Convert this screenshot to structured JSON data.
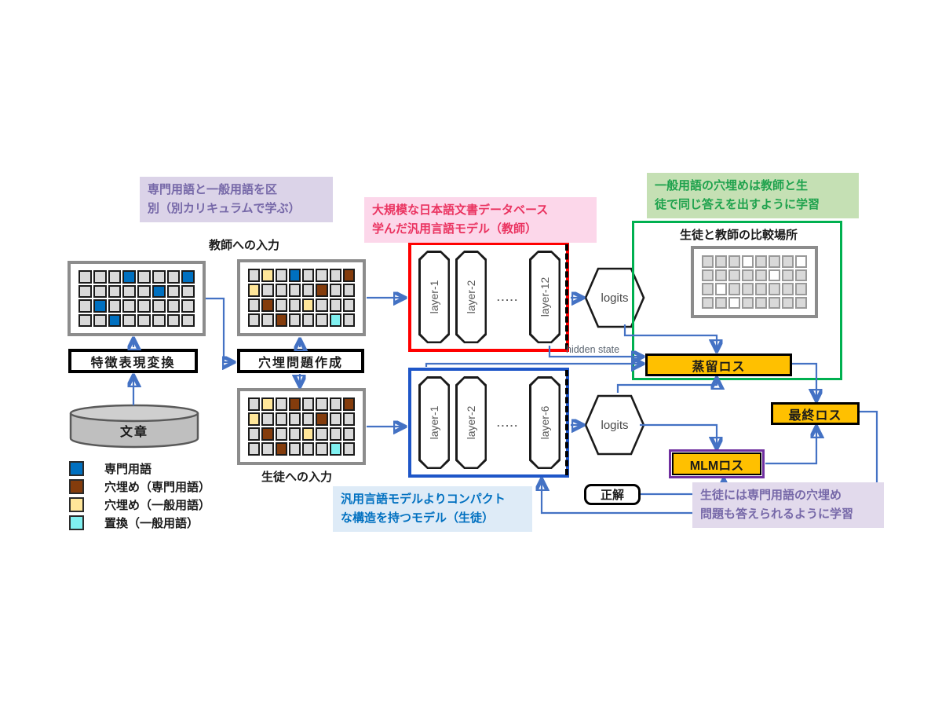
{
  "colors": {
    "arrow": "#4472C4",
    "teacher_border": "#FF0000",
    "student_border": "#1E56C8",
    "green_border": "#00B050",
    "loss_fill": "#FFC000",
    "mlm_outer_border": "#7030A0",
    "note_curriculum_bg": "#DBD3E8",
    "note_curriculum_fg": "#7668A8",
    "note_teacher_bg": "#FCD7EA",
    "note_teacher_fg": "#EA3360",
    "note_distill_bg": "#C5E0B4",
    "note_distill_fg": "#1FA24D",
    "note_student_bg": "#DEEBF7",
    "note_student_fg": "#0070C0",
    "note_learning_bg": "#E2DAEC",
    "note_learning_fg": "#7668A8"
  },
  "notes": {
    "curriculum": {
      "line1": "専門用語と一般用語を区",
      "line2": "別（別カリキュラムで学ぶ）"
    },
    "teacher_model": {
      "line1": "大規模な日本語文書データベース",
      "line2": "学んだ汎用言語モデル（教師）"
    },
    "distill": {
      "line1": "一般用語の穴埋めは教師と生",
      "line2": "徒で同じ答えを出すように学習"
    },
    "student_model": {
      "line1": "汎用言語モデルよりコンパクト",
      "line2": "な構造を持つモデル（生徒）"
    },
    "student_learning": {
      "line1": "生徒には専門用語の穴埋め",
      "line2": "問題も答えられるように学習"
    }
  },
  "labels": {
    "teacher_input": "教師への入力",
    "student_input": "生徒への入力",
    "comparison_title": "生徒と教師の比較場所",
    "feature_transform": "特徴表現変換",
    "cloze_creation": "穴埋問題作成",
    "document": "文章",
    "hidden_state": "hidden state",
    "teacher_logits": "logits",
    "student_logits": "logits",
    "answer": "正解"
  },
  "losses": {
    "distill": "蒸留ロス",
    "final": "最終ロス",
    "mlm": "MLMロス"
  },
  "legend": {
    "items": [
      {
        "label": "専門用語",
        "color": "#0070C0"
      },
      {
        "label": "穴埋め（専門用語）",
        "color": "#843C0C"
      },
      {
        "label": "穴埋め（一般用語）",
        "color": "#FFE699"
      },
      {
        "label": "置換（一般用語）",
        "color": "#80F0F0"
      }
    ]
  },
  "layers": {
    "teacher": {
      "first": [
        "layer-1",
        "layer-2"
      ],
      "dots": ".....",
      "last": "layer-12"
    },
    "student": {
      "first": [
        "layer-1",
        "layer-2"
      ],
      "dots": ".....",
      "last": "layer-6"
    }
  },
  "grids": {
    "palette": {
      "g": "#D9D9D9",
      "b": "#0070C0",
      "n": "#843C0C",
      "y": "#FFE699",
      "c": "#80F0F0",
      "w": "#FFFFFF"
    },
    "feature": {
      "cell_border": "#1a1a1a",
      "rows": [
        [
          "g",
          "g",
          "g",
          "b",
          "g",
          "g",
          "g",
          "b"
        ],
        [
          "g",
          "g",
          "g",
          "g",
          "g",
          "b",
          "g",
          "g"
        ],
        [
          "g",
          "b",
          "g",
          "g",
          "g",
          "g",
          "g",
          "g"
        ],
        [
          "g",
          "g",
          "b",
          "g",
          "g",
          "g",
          "g",
          "g"
        ]
      ]
    },
    "teacher_input": {
      "cell_border": "#1a1a1a",
      "rows": [
        [
          "g",
          "y",
          "g",
          "b",
          "g",
          "g",
          "g",
          "n"
        ],
        [
          "y",
          "g",
          "g",
          "g",
          "g",
          "n",
          "g",
          "g"
        ],
        [
          "g",
          "n",
          "g",
          "g",
          "y",
          "g",
          "g",
          "g"
        ],
        [
          "g",
          "g",
          "n",
          "g",
          "g",
          "g",
          "c",
          "g"
        ]
      ]
    },
    "student_input": {
      "cell_border": "#1a1a1a",
      "rows": [
        [
          "g",
          "y",
          "g",
          "n",
          "g",
          "g",
          "g",
          "n"
        ],
        [
          "y",
          "g",
          "g",
          "g",
          "g",
          "n",
          "g",
          "g"
        ],
        [
          "g",
          "n",
          "g",
          "g",
          "y",
          "g",
          "g",
          "g"
        ],
        [
          "g",
          "g",
          "n",
          "g",
          "g",
          "g",
          "c",
          "g"
        ]
      ]
    },
    "comparison": {
      "cell_border": "#999999",
      "rows": [
        [
          "g",
          "g",
          "g",
          "w",
          "g",
          "g",
          "g",
          "w"
        ],
        [
          "g",
          "g",
          "g",
          "g",
          "g",
          "w",
          "g",
          "g"
        ],
        [
          "g",
          "w",
          "g",
          "g",
          "g",
          "g",
          "g",
          "g"
        ],
        [
          "g",
          "g",
          "w",
          "g",
          "g",
          "g",
          "g",
          "g"
        ]
      ]
    }
  }
}
